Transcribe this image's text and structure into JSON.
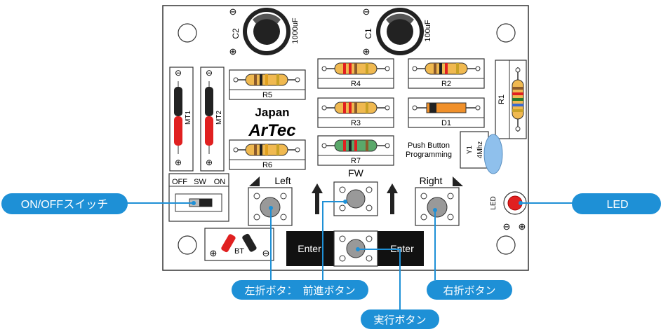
{
  "board": {
    "c2": {
      "label": "C2",
      "value": "1000uF"
    },
    "c1": {
      "label": "C1",
      "value": "100uF"
    },
    "resistors": {
      "r1": "R1",
      "r2": "R2",
      "r3": "R3",
      "r4": "R4",
      "r5": "R5",
      "r6": "R6",
      "r7": "R7"
    },
    "d1": "D1",
    "mt1": "MT1",
    "mt2": "MT2",
    "logo": {
      "line1": "Japan",
      "line2": "ArTec"
    },
    "push_button": {
      "line1": "Push Button",
      "line2": "Programming"
    },
    "y1": {
      "label": "Y1",
      "value": "4Mhz"
    },
    "switch": {
      "off": "OFF",
      "sw": "SW",
      "on": "ON"
    },
    "left": "Left",
    "fw": "FW",
    "right": "Right",
    "led": "LED",
    "bt": "BT",
    "enter_left": "Enter",
    "enter_right": "Enter",
    "symbols": {
      "plus": "⊕",
      "minus": "⊖"
    }
  },
  "callouts": {
    "onoff": "ON/OFFスイッチ",
    "led": "LED",
    "left_turn": "左折ボタン",
    "forward": "前進ボタン",
    "right_turn": "右折ボタン",
    "execute": "実行ボタン"
  },
  "colors": {
    "callout": "#1e90d6",
    "board_outline": "#333333",
    "resistor_body": "#f0b950",
    "led": "#e02020",
    "crystal": "#8fc0ec"
  }
}
